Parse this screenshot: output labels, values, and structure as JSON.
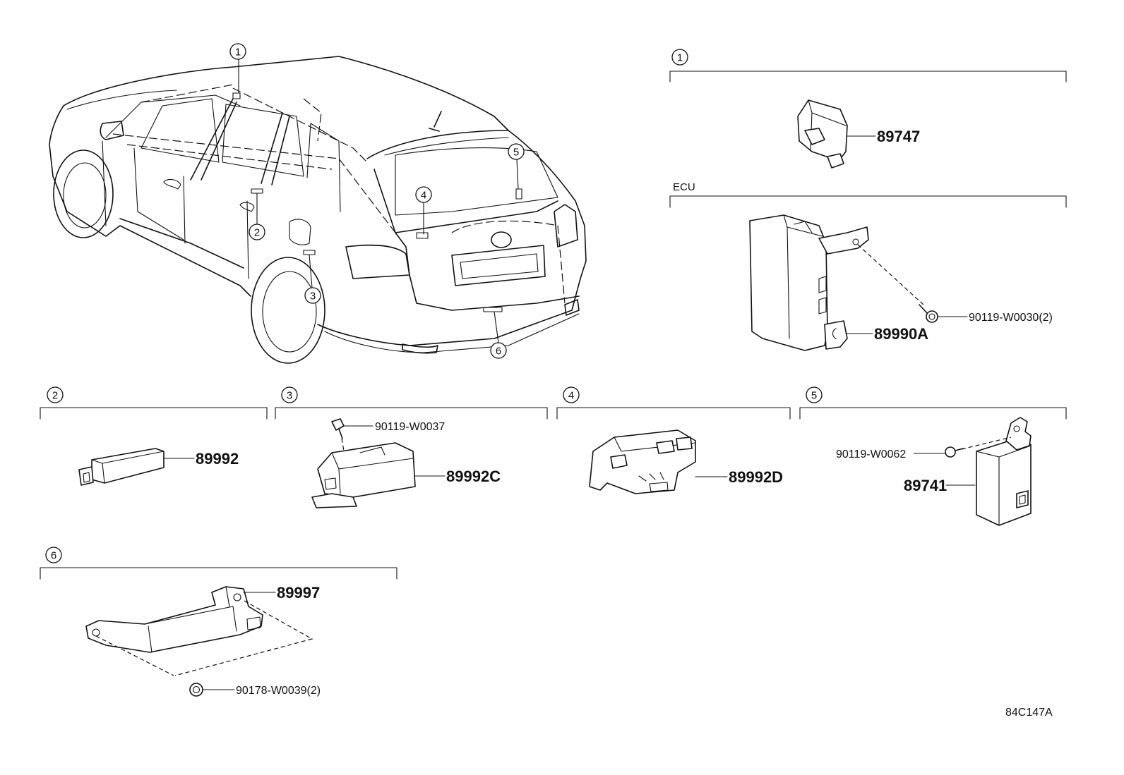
{
  "callouts": [
    "1",
    "2",
    "3",
    "4",
    "5",
    "6"
  ],
  "sections": {
    "s1": {
      "ref": "1",
      "parts": [
        "89747"
      ]
    },
    "ecu": {
      "label": "ECU",
      "parts": [
        "89990A",
        "90119-W0030(2)"
      ]
    },
    "s2": {
      "ref": "2",
      "parts": [
        "89992"
      ]
    },
    "s3": {
      "ref": "3",
      "parts": [
        "89992C",
        "90119-W0037"
      ]
    },
    "s4": {
      "ref": "4",
      "parts": [
        "89992D"
      ]
    },
    "s5": {
      "ref": "5",
      "parts": [
        "89741",
        "90119-W0062"
      ]
    },
    "s6": {
      "ref": "6",
      "parts": [
        "89997",
        "90178-W0039(2)"
      ]
    }
  },
  "figure_code": "84C147A"
}
